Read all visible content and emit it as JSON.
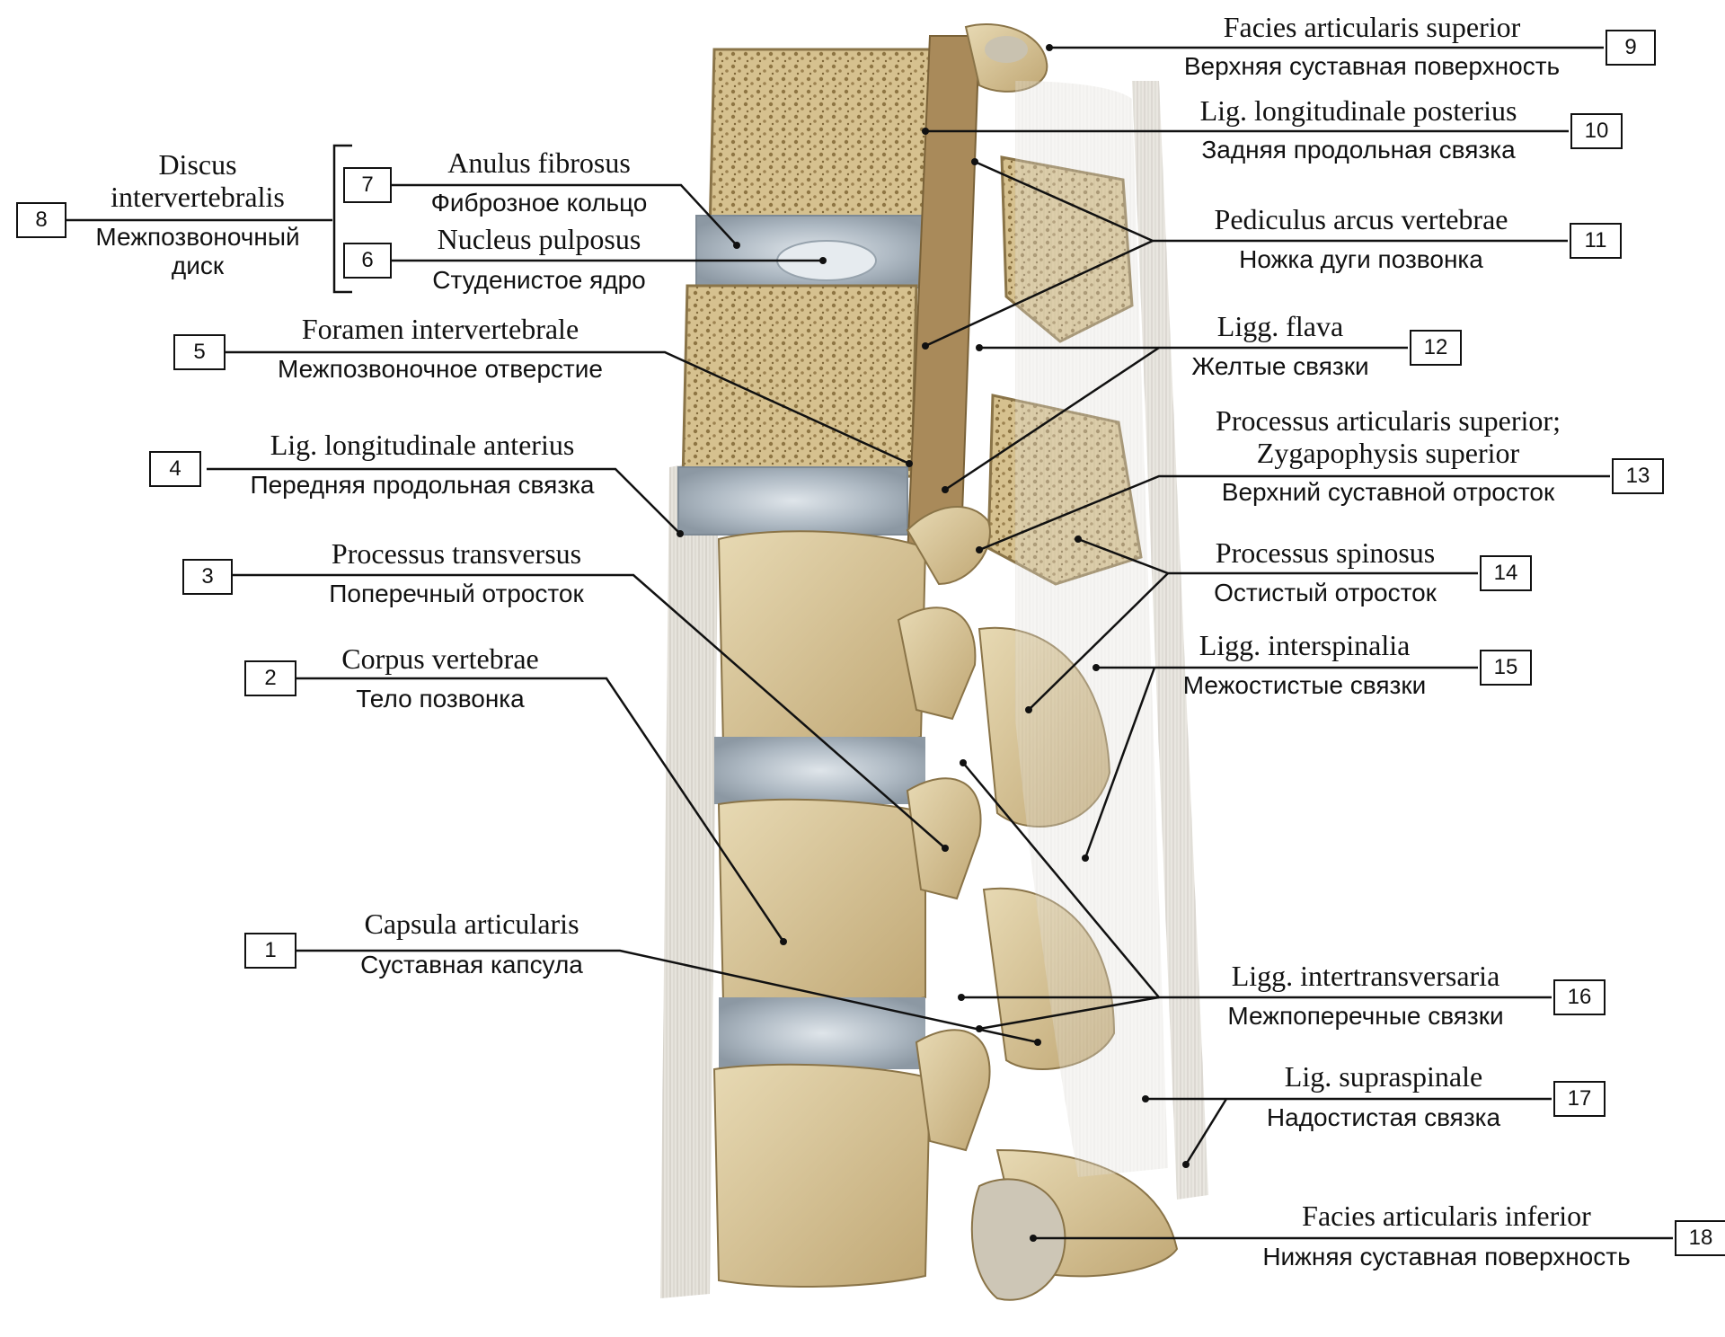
{
  "labels": [
    {
      "number": "1",
      "latin": "Capsula articularis",
      "russian": "Суставная капсула"
    },
    {
      "number": "2",
      "latin": "Corpus vertebrae",
      "russian": "Тело позвонка"
    },
    {
      "number": "3",
      "latin": "Processus transversus",
      "russian": "Поперечный отросток"
    },
    {
      "number": "4",
      "latin": "Lig. longitudinale anterius",
      "russian": "Передняя продольная связка"
    },
    {
      "number": "5",
      "latin": "Foramen intervertebrale",
      "russian": "Межпозвоночное отверстие"
    },
    {
      "number": "6",
      "latin": "Nucleus pulposus",
      "russian": "Студенистое ядро"
    },
    {
      "number": "7",
      "latin": "Anulus fibrosus",
      "russian": "Фиброзное кольцо"
    },
    {
      "number": "8",
      "latin_line1": "Discus",
      "latin_line2": "intervertebralis",
      "russian_line1": "Межпозвоночный",
      "russian_line2": "диск"
    },
    {
      "number": "9",
      "latin": "Facies articularis superior",
      "russian": "Верхняя суставная поверхность"
    },
    {
      "number": "10",
      "latin": "Lig. longitudinale posterius",
      "russian": "Задняя продольная связка"
    },
    {
      "number": "11",
      "latin": "Pediculus arcus vertebrae",
      "russian": "Ножка дуги позвонка"
    },
    {
      "number": "12",
      "latin": "Ligg. flava",
      "russian": "Желтые связки"
    },
    {
      "number": "13",
      "latin_line1": "Processus articularis superior;",
      "latin_line2": "Zygapophysis superior",
      "russian": "Верхний суставной отросток"
    },
    {
      "number": "14",
      "latin": "Processus spinosus",
      "russian": "Остистый отросток"
    },
    {
      "number": "15",
      "latin": "Ligg. interspinalia",
      "russian": "Межостистые связки"
    },
    {
      "number": "16",
      "latin": "Ligg. intertransversaria",
      "russian": "Межпоперечные связки"
    },
    {
      "number": "17",
      "latin": "Lig. supraspinale",
      "russian": "Надостистая связка"
    },
    {
      "number": "18",
      "latin": "Facies articularis inferior",
      "russian": "Нижняя суставная поверхность"
    }
  ],
  "colors": {
    "bone": "#d9c89c",
    "bone_dark": "#b9a273",
    "spongy": "#cbb27a",
    "disc": "#b7c2cc",
    "ligament": "#e4e1da",
    "leader": "#111111"
  }
}
